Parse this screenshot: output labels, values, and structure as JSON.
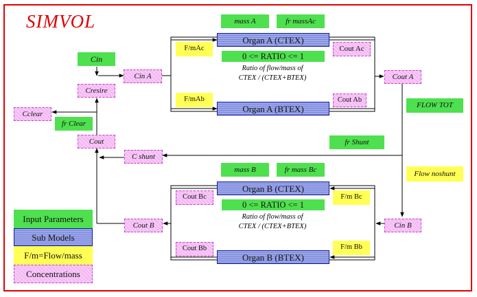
{
  "title": "SIMVOL",
  "colors": {
    "frame": "#e00000",
    "input_parameters": "#4ee04e",
    "flow_mass": "#ffff55",
    "concentrations": "#f4b8f4",
    "sub_models": "#9aa6f0"
  },
  "organ_a": {
    "ctex_label": "Organ  A  (CTEX)",
    "btex_label": "Organ  A  (BTEX)",
    "ratio_label": "0 <= RATIO <= 1",
    "caption_line1": "Ratio of flow/mass of",
    "caption_line2": "CTEX / (CTEX+BTEX)",
    "mass_param": "mass A",
    "fr_mass_param": "fr massAc",
    "fm_ctex": "F/mAc",
    "fm_btex": "F/mAb",
    "cout_ctex": "Cout Ac",
    "cout_btex": "Cout Ab",
    "cin": "Cin A",
    "cout": "Cout A"
  },
  "organ_b": {
    "ctex_label": "Organ  B  (CTEX)",
    "btex_label": "Organ  B  (BTEX)",
    "ratio_label": "0 <= RATIO <= 1",
    "caption_line1": "Ratio of flow/mass of",
    "caption_line2": "CTEX / (CTEX+BTEX)",
    "mass_param": "mass  B",
    "fr_mass_param": "fr mass Bc",
    "fm_ctex": "F/m Bc",
    "fm_btex": "F/m Bb",
    "cout_ctex": "Cout Bc",
    "cout_btex": "Cout Bb",
    "cin": "Cin B",
    "cout": "Cout B"
  },
  "nodes": {
    "cin_param": "Cin",
    "cresire": "Cresire",
    "cclear": "Cclear",
    "fr_clear": "fr Clear",
    "cout_main": "Cout",
    "c_shunt": "C  shunt",
    "fr_shunt": "fr Shunt",
    "flow_tot": "FLOW TOT",
    "flow_noshunt": "Flow noshunt"
  },
  "legend": [
    {
      "label": "Input  Parameters",
      "kind": "green"
    },
    {
      "label": "Sub Models",
      "kind": "blue"
    },
    {
      "label": "F/m=Flow/mass",
      "kind": "yellow"
    },
    {
      "label": "Concentrations",
      "kind": "pink"
    }
  ]
}
